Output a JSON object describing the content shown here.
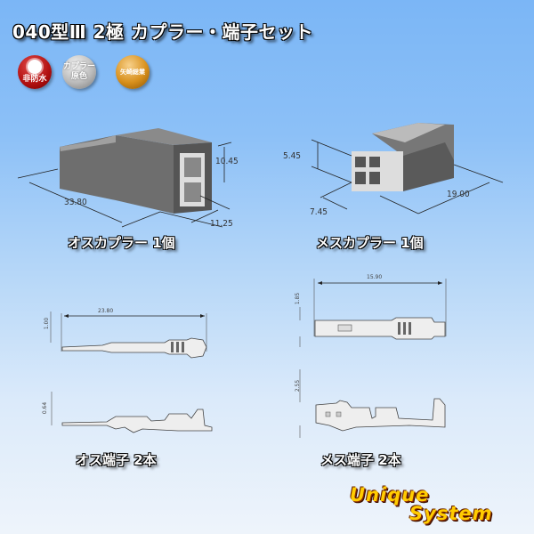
{
  "title": "040型Ⅲ 2極 カプラー・端子セット",
  "badges": [
    {
      "label": "非防水",
      "icon": "sun-icon",
      "color": "#b01010"
    },
    {
      "label_line1": "カプラー",
      "label_line2": "原色",
      "color": "#bcbcbc"
    },
    {
      "label": "矢崎総業",
      "color": "#d8901c"
    }
  ],
  "male_coupler": {
    "caption": "オスカプラー 1個",
    "dims": {
      "length": "33.80",
      "height": "10.45",
      "width": "11.25"
    }
  },
  "female_coupler": {
    "caption": "メスカプラー 1個",
    "dims": {
      "height": "5.45",
      "width": "7.45",
      "length": "19.00"
    }
  },
  "male_terminal": {
    "caption": "オス端子 2本",
    "dims": {
      "length": "23.80",
      "height_top": "1.00",
      "height_side": "0.64"
    }
  },
  "female_terminal": {
    "caption": "メス端子 2本",
    "dims": {
      "length": "15.90",
      "height_top": "1.85",
      "height_side": "2.55"
    }
  },
  "logo": {
    "line1": "Unique",
    "line2": "System",
    "colors": {
      "fill": "#ffcc00",
      "outline": "#8a2a00"
    }
  }
}
